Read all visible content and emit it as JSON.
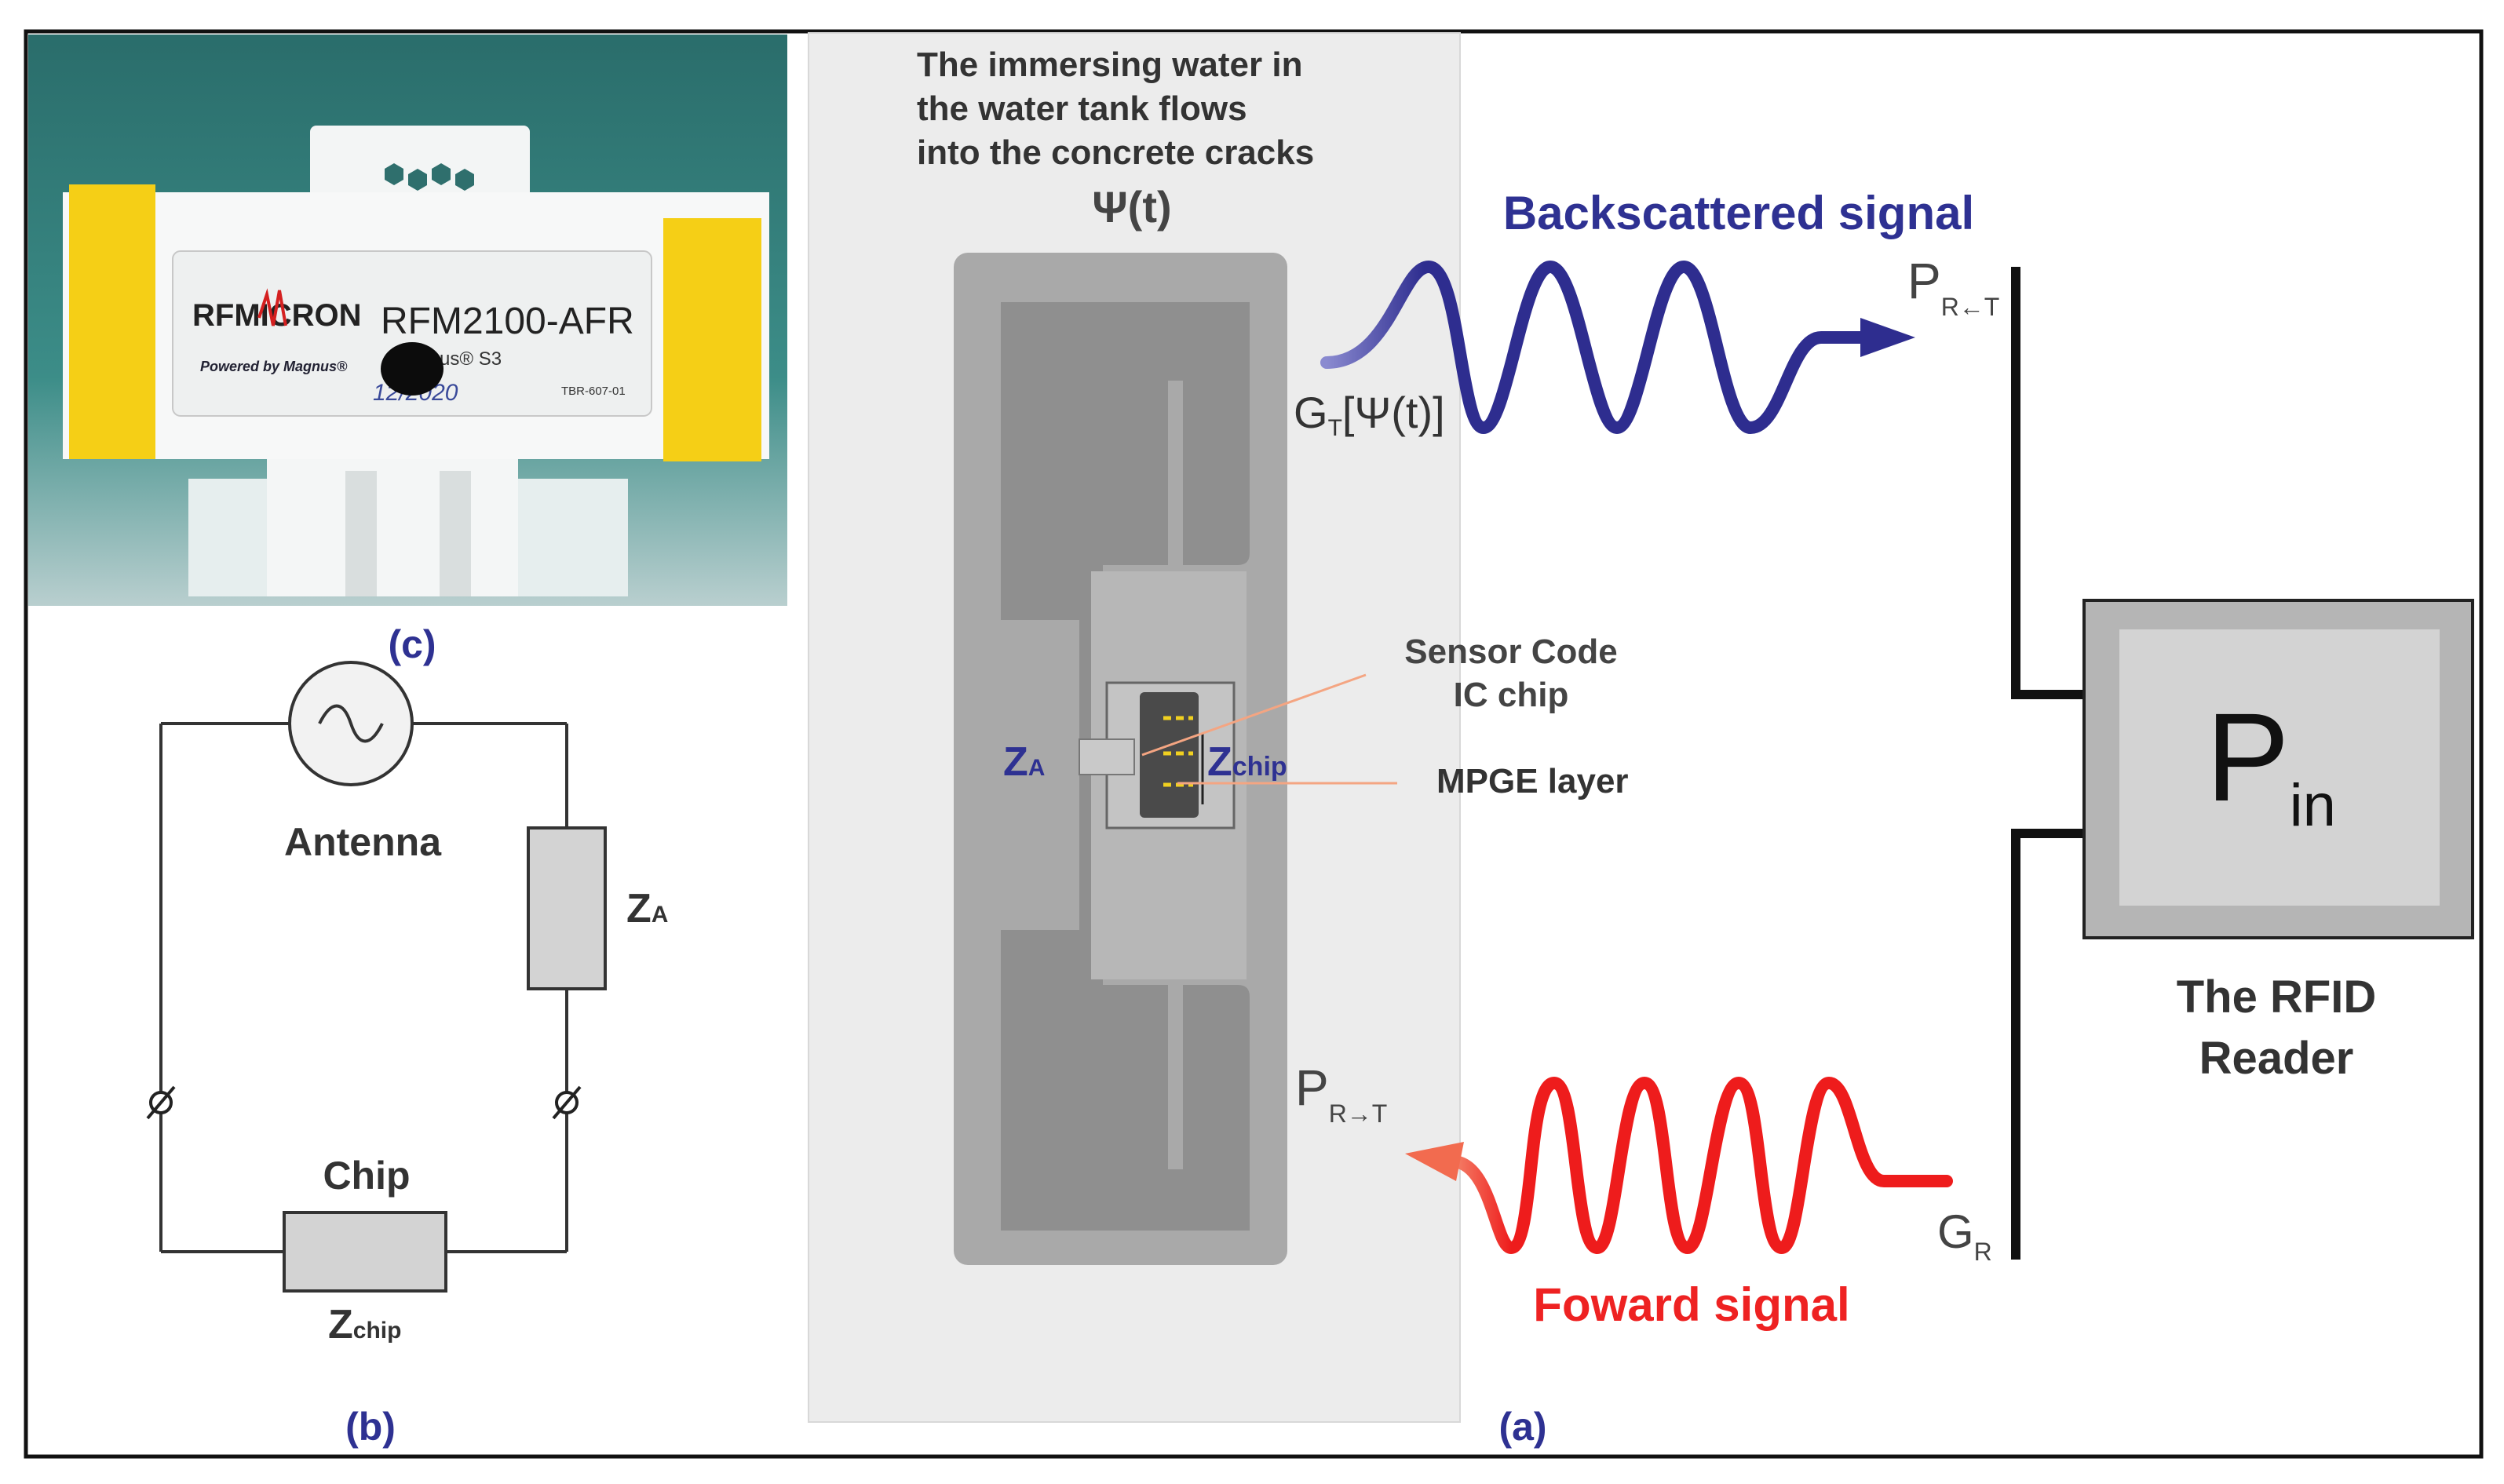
{
  "panel_c": {
    "label": "(c)",
    "tag_brand": "RFMICRON",
    "tag_model": "RFM2100-AFR",
    "tag_sub": "Magnus® S3",
    "tag_slogan": "Powered by Magnus®",
    "tag_code": "TBR-607-01",
    "handwriting": "12/2020"
  },
  "panel_b": {
    "label": "(b)",
    "antenna_label": "Antenna",
    "za_label": "Z",
    "za_sub": "A",
    "chip_label": "Chip",
    "zchip_label": "Z",
    "zchip_sub": "chip"
  },
  "panel_a": {
    "label": "(a)",
    "water_line1": "The immersing water in",
    "water_line2": "the water tank flows",
    "water_line3": "into the concrete cracks",
    "psi": "Ψ(t)",
    "backscatter_label": "Backscattered signal",
    "forward_label": "Foward signal",
    "gt_label": "G",
    "gt_sub": "T",
    "gt_arg": "[Ψ(t)]",
    "p_rt_top": "P",
    "p_rt_top_sub": "R←T",
    "p_rt_bottom": "P",
    "p_rt_bottom_sub": "R→T",
    "gr_label": "G",
    "gr_sub": "R",
    "sensor_code_line1": "Sensor Code",
    "sensor_code_line2": "IC chip",
    "mpge_label": "MPGE layer",
    "za_label": "Z",
    "za_sub": "A",
    "zchip_label": "Z",
    "zchip_sub": "chip",
    "reader_p": "P",
    "reader_p_sub": "in",
    "reader_line1": "The RFID",
    "reader_line2": "Reader"
  },
  "colors": {
    "backscatter": "#2e2d8f",
    "forward": "#ee2222",
    "forward_arrow": "#f26b4f",
    "label_blue": "#2e3192",
    "annot_line": "#f4a582"
  }
}
